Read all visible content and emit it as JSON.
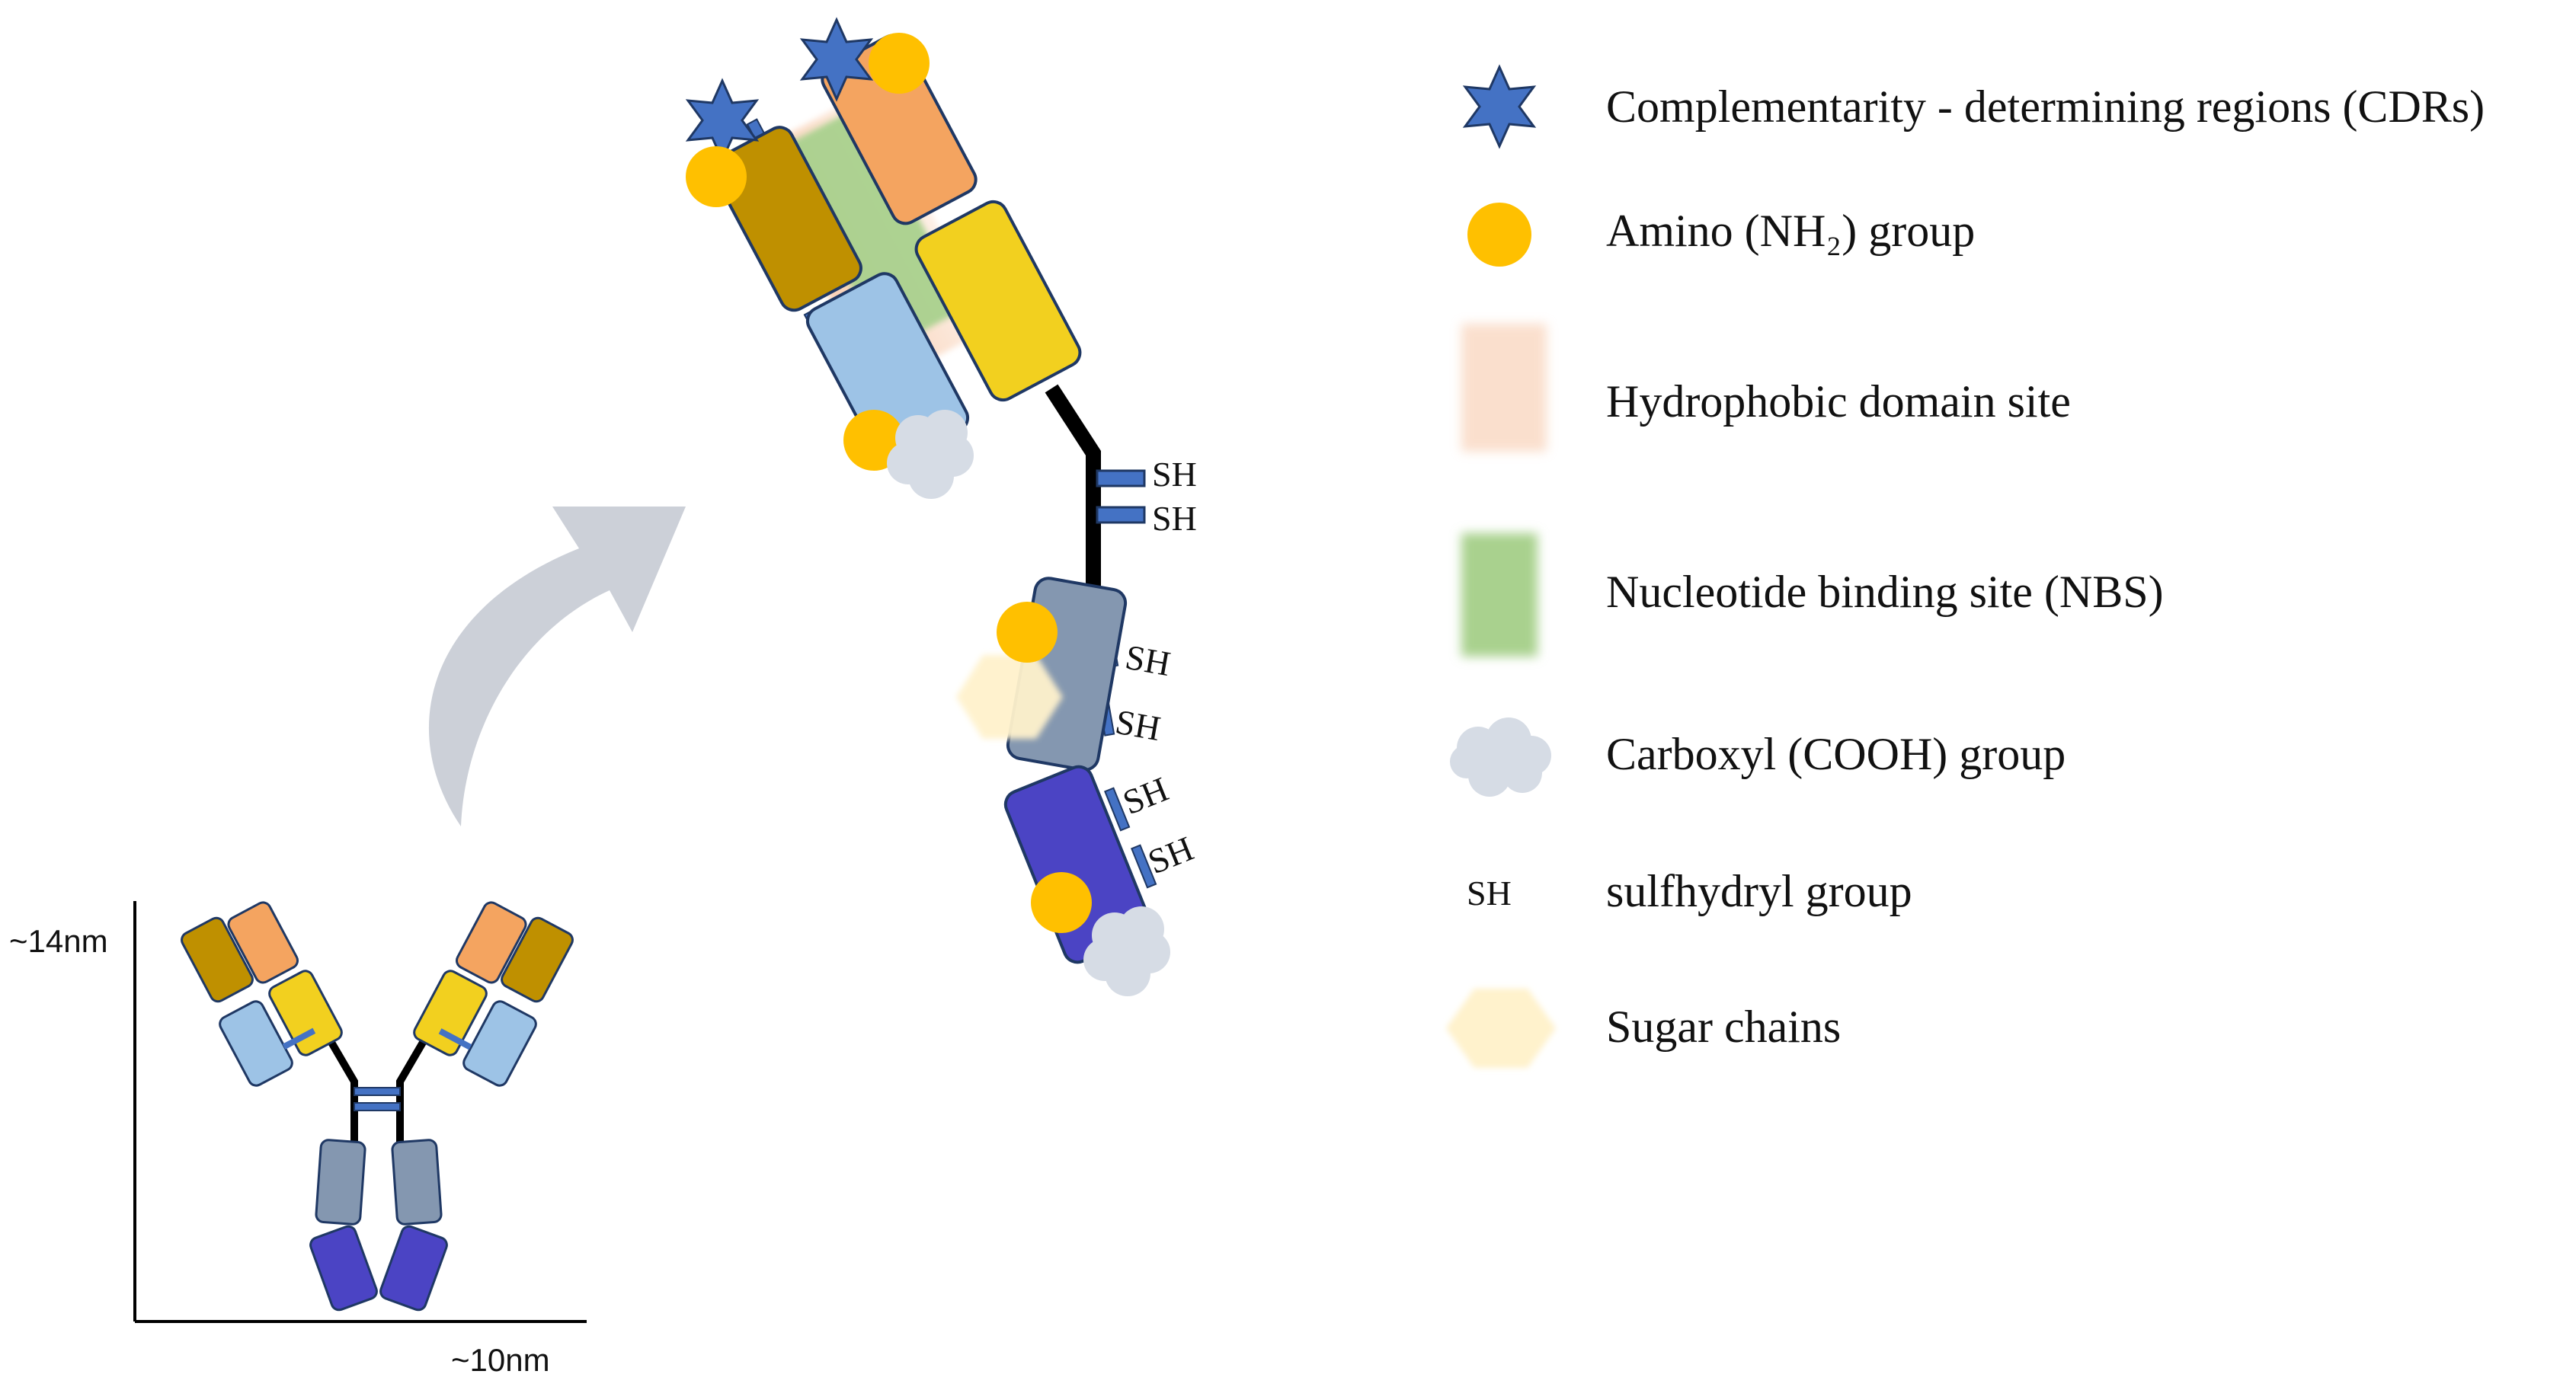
{
  "axes": {
    "height_label": "~14nm",
    "width_label": "~10nm"
  },
  "sh_label": "SH",
  "legend": [
    {
      "icon": "star-icon",
      "label": "Complementarity - determining regions (CDRs)"
    },
    {
      "icon": "amino-dot-icon",
      "label": "Amino (NH₂) group"
    },
    {
      "icon": "hydrophobic-swatch-icon",
      "label": "Hydrophobic domain site"
    },
    {
      "icon": "nucleotide-swatch-icon",
      "label": "Nucleotide binding site (NBS)"
    },
    {
      "icon": "carboxyl-cloud-icon",
      "label": "Carboxyl (COOH) group"
    },
    {
      "icon": "sh-text-icon",
      "label": "sulfhydryl group",
      "symbol": "SH"
    },
    {
      "icon": "sugar-hexagon-icon",
      "label": "Sugar chains"
    }
  ],
  "colors": {
    "cdr_star": "#4472C4",
    "amino": "#FFC000",
    "hydrophobic": "#F8CBAD",
    "nucleotide": "#A9D18E",
    "carboxyl": "#D6DCE5",
    "sugar": "#FFF2CC",
    "heavy_vh": "#BF9000",
    "heavy_ch1_orange": "#F4A460",
    "light_yellow": "#F2D01F",
    "light_blue": "#9DC3E6",
    "fc_gray": "#8497B0",
    "fc_purple": "#4B44C4",
    "arrow": "#C9CED6"
  }
}
